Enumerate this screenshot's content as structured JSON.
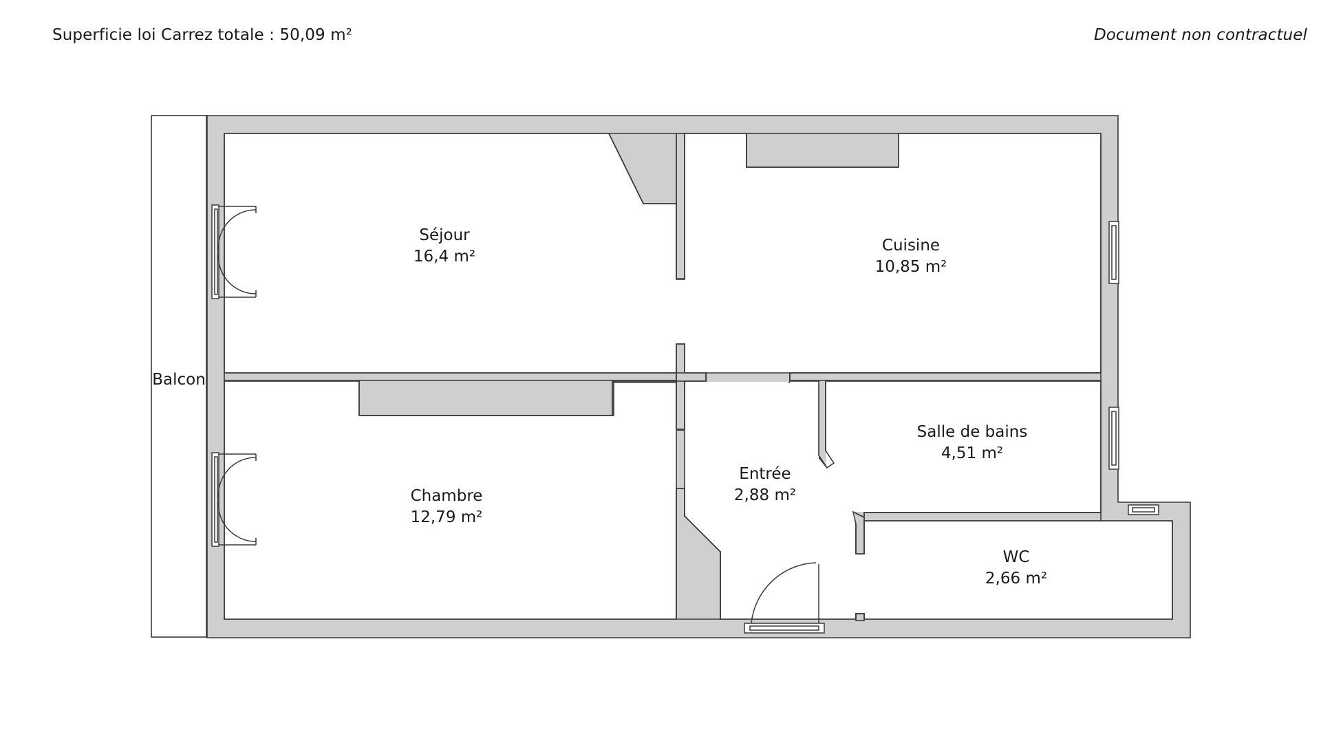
{
  "header": {
    "surface_label": "Superficie loi Carrez totale :  50,09 m²",
    "disclaimer": "Document non contractuel"
  },
  "rooms": {
    "sejour": {
      "name": "Séjour",
      "area": "16,4 m²"
    },
    "cuisine": {
      "name": "Cuisine",
      "area": "10,85 m²"
    },
    "chambre": {
      "name": "Chambre",
      "area": "12,79 m²"
    },
    "entree": {
      "name": "Entrée",
      "area": "2,88 m²"
    },
    "salle_de_bains": {
      "name": "Salle de bains",
      "area": "4,51 m²"
    },
    "wc": {
      "name": "WC",
      "area": "2,66 m²"
    },
    "balcon": {
      "name": "Balcon"
    }
  },
  "colors": {
    "wall_fill": "#cfcfcf",
    "line": "#3a3a3a",
    "background": "#ffffff"
  }
}
